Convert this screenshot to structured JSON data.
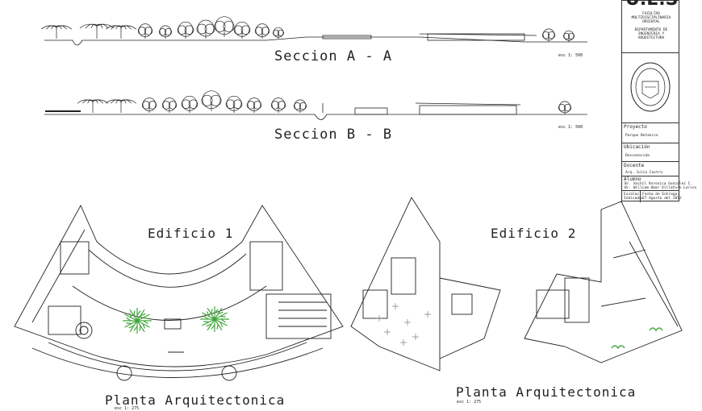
{
  "sections": {
    "a": {
      "title": "Seccion A - A",
      "scale": "esc 1: 500"
    },
    "b": {
      "title": "Seccion B - B",
      "scale": "esc 1: 500"
    }
  },
  "buildings": {
    "edificio1": {
      "title": "Edificio 1",
      "plan_label": "Planta Arquitectonica",
      "scale": "esc 1: 275"
    },
    "edificio2": {
      "title": "Edificio 2",
      "plan_label": "Planta Arquitectonica",
      "scale": "esc 1: 275"
    }
  },
  "title_block": {
    "logo": "U.E.S",
    "faculty": "FACULTAD MULTIDISCIPLINARIA ORIENTAL",
    "department": "DEPARTAMENTO DE INGENIERIA Y ARQUITECTURA",
    "proyecto_label": "Proyecto",
    "proyecto_value": "Parque Botanico",
    "ubicacion_label": "Ubicación",
    "ubicacion_value": "Desconocida",
    "docente_label": "Docente",
    "docente_value": "Arq. Julio Castro",
    "alumno_label": "Alumno",
    "alumno_value_1": "Br. Xochil Veronica Gonzalez C.",
    "alumno_value_2": "Br. William Omar Villatoro Larios",
    "escalas_label": "Escalas Indicadas",
    "fecha_label": "Fecha de Entrega:",
    "fecha_value": "27 Agosto del 2012"
  },
  "colors": {
    "line": "#222222",
    "vegetation": "#3fa63a",
    "paper": "#ffffff"
  }
}
